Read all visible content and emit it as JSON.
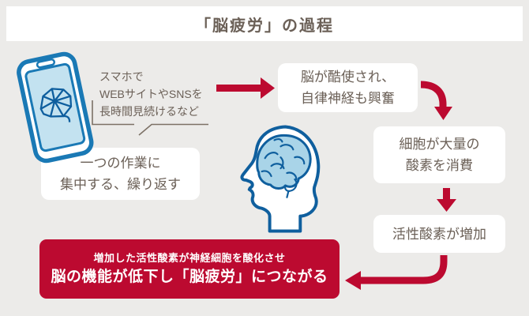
{
  "header": {
    "title": "「脳疲労」の過程"
  },
  "flow": {
    "smartphone_note": {
      "lines": [
        "スマホで",
        "WEBサイトやSNSを",
        "長時間見続けるなど"
      ]
    },
    "focus_box": {
      "lines": [
        "一つの作業に",
        "集中する、繰り返す"
      ]
    },
    "step_overuse": {
      "lines": [
        "脳が酷使され、",
        "自律神経も興奮"
      ]
    },
    "step_oxygen": {
      "lines": [
        "細胞が大量の",
        "酸素を消費"
      ]
    },
    "step_active_oxygen": {
      "label": "活性酸素が増加"
    },
    "result": {
      "line1": "増加した活性酸素が神経細胞を酸化させ",
      "line2": "脳の機能が低下し「脳疲労」につながる"
    }
  },
  "colors": {
    "background": "#ECEBE9",
    "panel": "#FFFFFF",
    "accent_red": "#BC0A30",
    "text_brown": "#6B6057",
    "phone_blue": "#1A79B5",
    "head_blue": "#0F5F9E",
    "screen_light_blue": "#C3E2F0",
    "brain_light_blue": "#A9D4E8"
  }
}
